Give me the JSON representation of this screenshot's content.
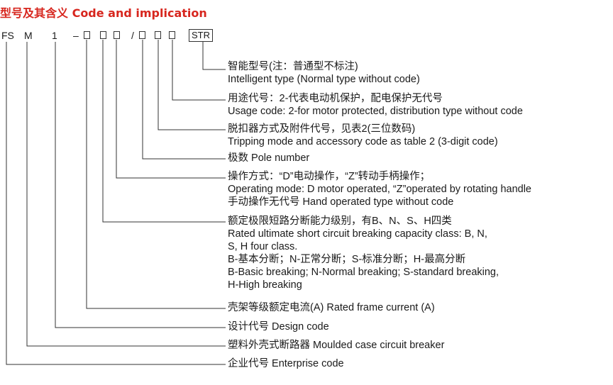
{
  "title": "型号及其含义 Code and implication",
  "code": {
    "fs": "FS",
    "m": "M",
    "one": "1",
    "dash": "–",
    "slash": "/",
    "str": "STR"
  },
  "descriptions": [
    {
      "id": "str",
      "lines": [
        "智能型号(注：普通型不标注)",
        "Intelligent type (Normal type without code)"
      ]
    },
    {
      "id": "usage",
      "lines": [
        "用途代号：2-代表电动机保护，配电保护无代号",
        "Usage code: 2-for motor protected, distribution type without code"
      ]
    },
    {
      "id": "tripping",
      "lines": [
        "脱扣器方式及附件代号，见表2(三位数码)",
        "Tripping mode and accessory code as table 2 (3-digit code)"
      ]
    },
    {
      "id": "pole",
      "lines": [
        "极数 Pole number"
      ]
    },
    {
      "id": "operating",
      "lines": [
        "操作方式：“D”电动操作，“Z”转动手柄操作；",
        "Operating mode: D motor operated, “Z”operated by rotating handle",
        "手动操作无代号 Hand operated type without code"
      ]
    },
    {
      "id": "breaking",
      "lines": [
        "额定极限短路分断能力级别，有B、N、S、H四类",
        "Rated ultimate short circuit breaking capacity class: B, N,",
        "S, H four class.",
        "B-基本分断；N-正常分断；S-标准分断；H-最高分断",
        "B-Basic breaking; N-Normal breaking; S-standard breaking,",
        "H-High breaking"
      ]
    },
    {
      "id": "frame",
      "lines": [
        "壳架等级额定电流(A) Rated frame current (A)"
      ]
    },
    {
      "id": "design",
      "lines": [
        "设计代号 Design code"
      ]
    },
    {
      "id": "moulded",
      "lines": [
        "塑料外壳式断路器 Moulded case circuit breaker"
      ]
    },
    {
      "id": "enterprise",
      "lines": [
        "企业代号 Enterprise code"
      ]
    }
  ]
}
